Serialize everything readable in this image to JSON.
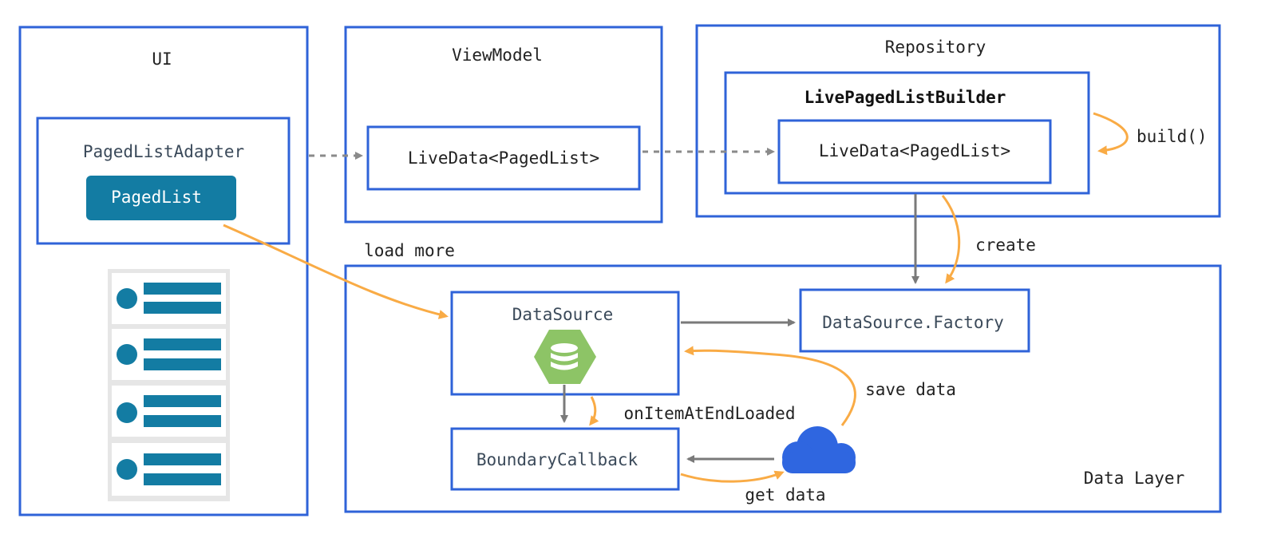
{
  "ui": {
    "title": "UI",
    "adapter_label": "PagedListAdapter",
    "pagedlist_label": "PagedList",
    "list_rows": 4
  },
  "viewmodel": {
    "title": "ViewModel",
    "livedata_label": "LiveData<PagedList>"
  },
  "repository": {
    "title": "Repository",
    "builder_label": "LivePagedListBuilder",
    "livedata_label": "LiveData<PagedList>",
    "build_label": "build()"
  },
  "data_layer": {
    "title": "Data Layer",
    "datasource_label": "DataSource",
    "factory_label": "DataSource.Factory",
    "boundary_label": "BoundaryCallback"
  },
  "edges": {
    "load_more": "load more",
    "create": "create",
    "save_data": "save data",
    "on_item_at_end_loaded": "onItemAtEndLoaded",
    "get_data": "get data"
  },
  "colors": {
    "box_border": "#2f63d8",
    "paged_list_fill": "#137ca3",
    "orange_arrow": "#f9ab45",
    "gray_arrow": "#7a7a7a",
    "database_icon": "#8dc466",
    "cloud_icon": "#2f66e0"
  },
  "icons": [
    "database-icon",
    "cloud-icon",
    "list-item-icon"
  ]
}
